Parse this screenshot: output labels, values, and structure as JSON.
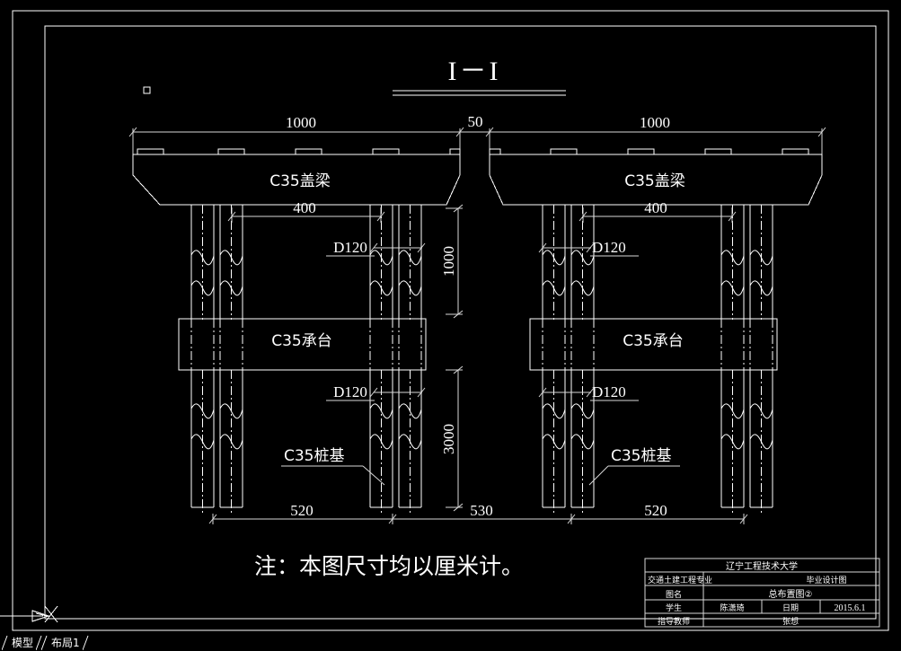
{
  "app": {
    "name": "autocad-drawing-viewer",
    "background_color": "#000000",
    "line_color": "#ffffff",
    "dim_text_color": "#ffffff"
  },
  "drawing": {
    "title": "I－I",
    "note": "注：本图尺寸均以厘米计。",
    "labels": {
      "cap_beam_left": "C35盖梁",
      "cap_beam_right": "C35盖梁",
      "pile_cap_left": "C35承台",
      "pile_cap_right": "C35承台",
      "pile_left": "C35桩基",
      "pile_right": "C35桩基"
    },
    "dimensions": {
      "top": [
        {
          "value": "1000",
          "name": "left-span"
        },
        {
          "value": "50",
          "name": "gap"
        },
        {
          "value": "1000",
          "name": "right-span"
        }
      ],
      "column_spacing": [
        {
          "value": "400",
          "name": "left-column-spacing"
        },
        {
          "value": "400",
          "name": "right-column-spacing"
        }
      ],
      "diameter": [
        {
          "value": "D120",
          "name": "left-upper-column-diameter"
        },
        {
          "value": "D120",
          "name": "right-upper-column-diameter"
        },
        {
          "value": "D120",
          "name": "left-pile-diameter"
        },
        {
          "value": "D120",
          "name": "right-pile-diameter"
        }
      ],
      "vertical": [
        {
          "value": "1000",
          "name": "column-height"
        },
        {
          "value": "3000",
          "name": "pile-length"
        }
      ],
      "bottom": [
        {
          "value": "520",
          "name": "left-pile-spacing"
        },
        {
          "value": "530",
          "name": "center-pile-spacing"
        },
        {
          "value": "520",
          "name": "right-pile-spacing"
        }
      ]
    }
  },
  "title_block": {
    "university": "辽宁工程技术大学",
    "major": "交通土建工程专业",
    "doc_type": "毕业设计图",
    "drawing_name_label": "图名",
    "drawing_name_value": "总布置图②",
    "student_label": "学生",
    "student_value": "陈潇琦",
    "date_label": "日期",
    "date_value": "2015.6.1",
    "advisor_label": "指导教师",
    "advisor_value": "张想"
  },
  "statusbar": {
    "tabs": [
      {
        "label": "模型",
        "active": true,
        "name": "tab-model"
      },
      {
        "label": "布局1",
        "active": false,
        "name": "tab-layout1"
      }
    ]
  }
}
